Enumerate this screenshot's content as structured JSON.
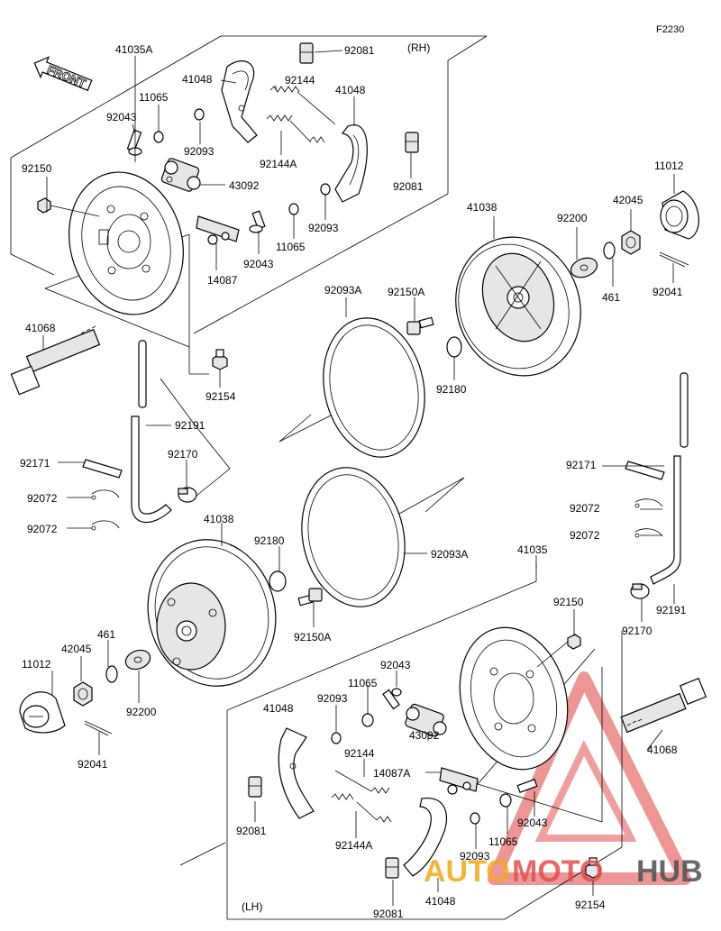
{
  "figure_code": "F2230",
  "front_label": "FRONT",
  "side_rh": "(RH)",
  "side_lh": "(LH)",
  "watermark": {
    "auto": "AUTO",
    "moto": "MOTO",
    "hub": "HUB",
    "color_red": "#e05050",
    "color_orange": "#f2a81d",
    "color_dark": "#505050"
  },
  "labels": {
    "p41035A": "41035A",
    "p92081_rh_top": "92081",
    "p41048_rh_a": "41048",
    "p92144_rh": "92144",
    "p41048_rh_b": "41048",
    "p11065_rh_a": "11065",
    "p92043_rh_a": "92043",
    "p92093_rh_a": "92093",
    "p92144A_rh": "92144A",
    "p92150_rh": "92150",
    "p43092_rh": "43092",
    "p92081_rh_b": "92081",
    "p92093_rh_b": "92093",
    "p11065_rh_b": "11065",
    "p14087_rh": "14087",
    "p92043_rh_b": "92043",
    "p11012_rh": "11012",
    "p42045_rh": "42045",
    "p41038_rh": "41038",
    "p92200_rh": "92200",
    "p461_rh": "461",
    "p92041_rh": "92041",
    "p92093A_rh": "92093A",
    "p92150A_rh": "92150A",
    "p92180_rh": "92180",
    "p41068_rh": "41068",
    "p92154_rh": "92154",
    "p92191_l": "92191",
    "p92170_l": "92170",
    "p92171_l": "92171",
    "p92072_la": "92072",
    "p92072_lb": "92072",
    "p41038_lh": "41038",
    "p92180_lh": "92180",
    "p92093A_lh": "92093A",
    "p92150A_lh": "92150A",
    "p461_lh": "461",
    "p42045_lh": "42045",
    "p11012_lh": "11012",
    "p92200_lh": "92200",
    "p92041_lh": "92041",
    "p92171_r": "92171",
    "p92072_ra": "92072",
    "p92072_rb": "92072",
    "p92191_r": "92191",
    "p92170_r": "92170",
    "p41035": "41035",
    "p92150_lh": "92150",
    "p92043_lh_a": "92043",
    "p11065_lh_a": "11065",
    "p41048_lh_a": "41048",
    "p92093_lh_a": "92093",
    "p92144_lh": "92144",
    "p43092_lh": "43092",
    "p14087A_lh": "14087A",
    "p41068_lh": "41068",
    "p92081_lh_a": "92081",
    "p92144A_lh": "92144A",
    "p92043_lh_b": "92043",
    "p11065_lh_b": "11065",
    "p92093_lh_b": "92093",
    "p92081_lh_b": "92081",
    "p41048_lh_b": "41048",
    "p92154_lh": "92154"
  }
}
